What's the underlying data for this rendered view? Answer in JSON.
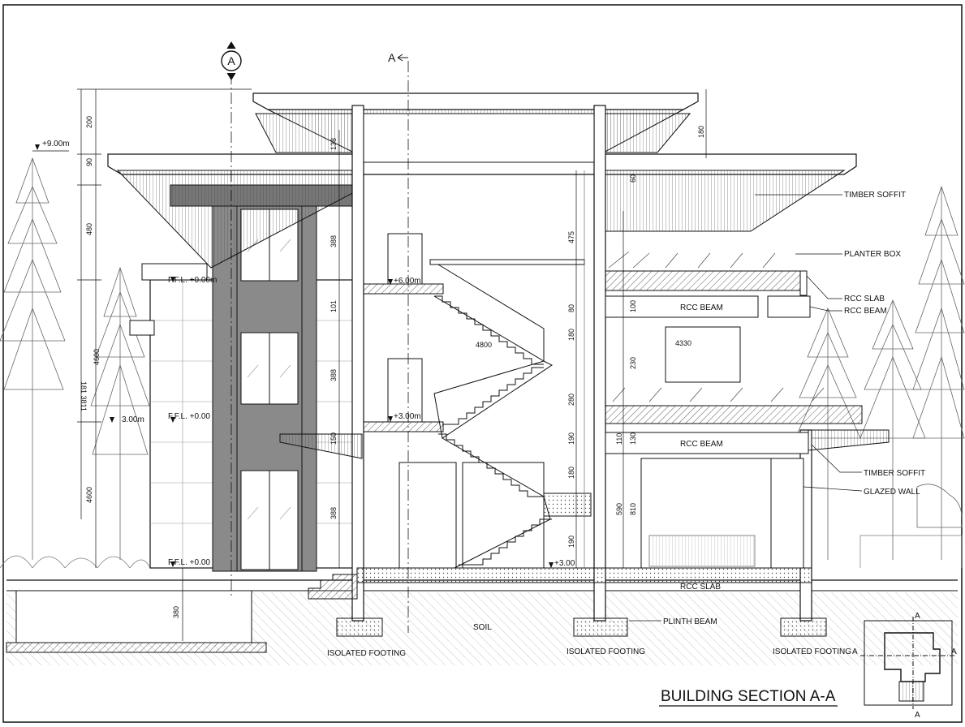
{
  "title": "BUILDING SECTION A-A",
  "section_markers": {
    "bubble": "A",
    "arrow_top": "A",
    "key_letter": "A"
  },
  "levels": {
    "roof": "+9.00m",
    "upper_left": "F.F.L. +0.00m",
    "upper_stair": "+6.00m",
    "mid_left_a": "F.F.L. +0.00",
    "mid_left_b": "3.00m",
    "mid_stair": "+3.00m",
    "ground_left": "F.F.L. +0.00",
    "ground_stair": "+3.00"
  },
  "callouts": {
    "timber_soffit_top": "TIMBER SOFFIT",
    "planter_box": "PLANTER BOX",
    "rcc_slab_right": "RCC SLAB",
    "rcc_beam_right": "RCC BEAM",
    "timber_soffit_low": "TIMBER SOFFIT",
    "glazed_wall": "GLAZED WALL",
    "plinth_beam": "PLINTH BEAM",
    "soil": "SOIL"
  },
  "beam_labels": {
    "upper": "RCC BEAM",
    "lower": "RCC BEAM",
    "ground_slab": "RCC SLAB"
  },
  "footings": [
    "ISOLATED FOOTING",
    "ISOLATED FOOTING",
    "ISOLATED FOOTING"
  ],
  "dimensions": {
    "left_outer": [
      "200",
      "90",
      "480",
      "4600",
      "380"
    ],
    "left_inner": [
      "4600"
    ],
    "left_side": "181 3811",
    "core_left": [
      "138",
      "388",
      "101",
      "388",
      "150",
      "388"
    ],
    "core_right": [
      "475",
      "80",
      "180",
      "280",
      "190",
      "180",
      "190"
    ],
    "right_col": [
      "180",
      "60",
      "100",
      "230",
      "110",
      "130",
      "810",
      "590"
    ],
    "spans": [
      "4800",
      "4330"
    ]
  }
}
